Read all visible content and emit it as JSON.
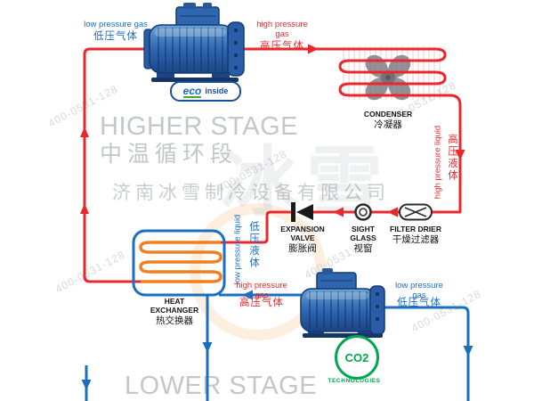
{
  "stages": {
    "higher_en": "HIGHER STAGE",
    "higher_zh": "中温循环段",
    "lower_en": "LOWER STAGE"
  },
  "labels": {
    "top_left_en": "low pressure gas",
    "top_left_zh": "低压气体",
    "top_mid_en": "high pressure gas",
    "top_mid_zh": "高压气体",
    "right_en": "high pressure liquid",
    "right_zh": "高压液体",
    "mid_en": "low pressure liquid",
    "mid_zh": "低压液体",
    "bottom_mid_en": "high pressure gas",
    "bottom_mid_zh": "高压气体",
    "bottom_right_en": "low pressure gas",
    "bottom_right_zh": "低压气体"
  },
  "components": {
    "condenser_en": "CONDENSER",
    "condenser_zh": "冷凝器",
    "expansion_valve_en1": "EXPANSION",
    "expansion_valve_en2": "VALVE",
    "expansion_valve_zh": "膨胀阀",
    "sight_glass_en1": "SIGHT",
    "sight_glass_en2": "GLASS",
    "sight_glass_zh": "视窗",
    "filter_drier_en": "FILTER DRIER",
    "filter_drier_zh": "干燥过滤器",
    "heat_exchanger_en1": "HEAT",
    "heat_exchanger_en2": "EXCHANGER",
    "heat_exchanger_zh": "热交换器"
  },
  "badges": {
    "eco_main": "eco",
    "eco_sub": "inside",
    "co2_main": "CO2",
    "co2_sub": "TECHNOLOGIES"
  },
  "watermarks": {
    "company": "济南冰雪制冷设备有限公司",
    "phone": "400-0531-128",
    "ghost": "冰雪"
  },
  "colors": {
    "high_stage_pipe": "#e8282d",
    "low_stage_pipe": "#1b6fc0",
    "exchanger_coil": "#f07f1f",
    "stage_title_gray": "#c3c7ca",
    "co2_green": "#00a650"
  }
}
